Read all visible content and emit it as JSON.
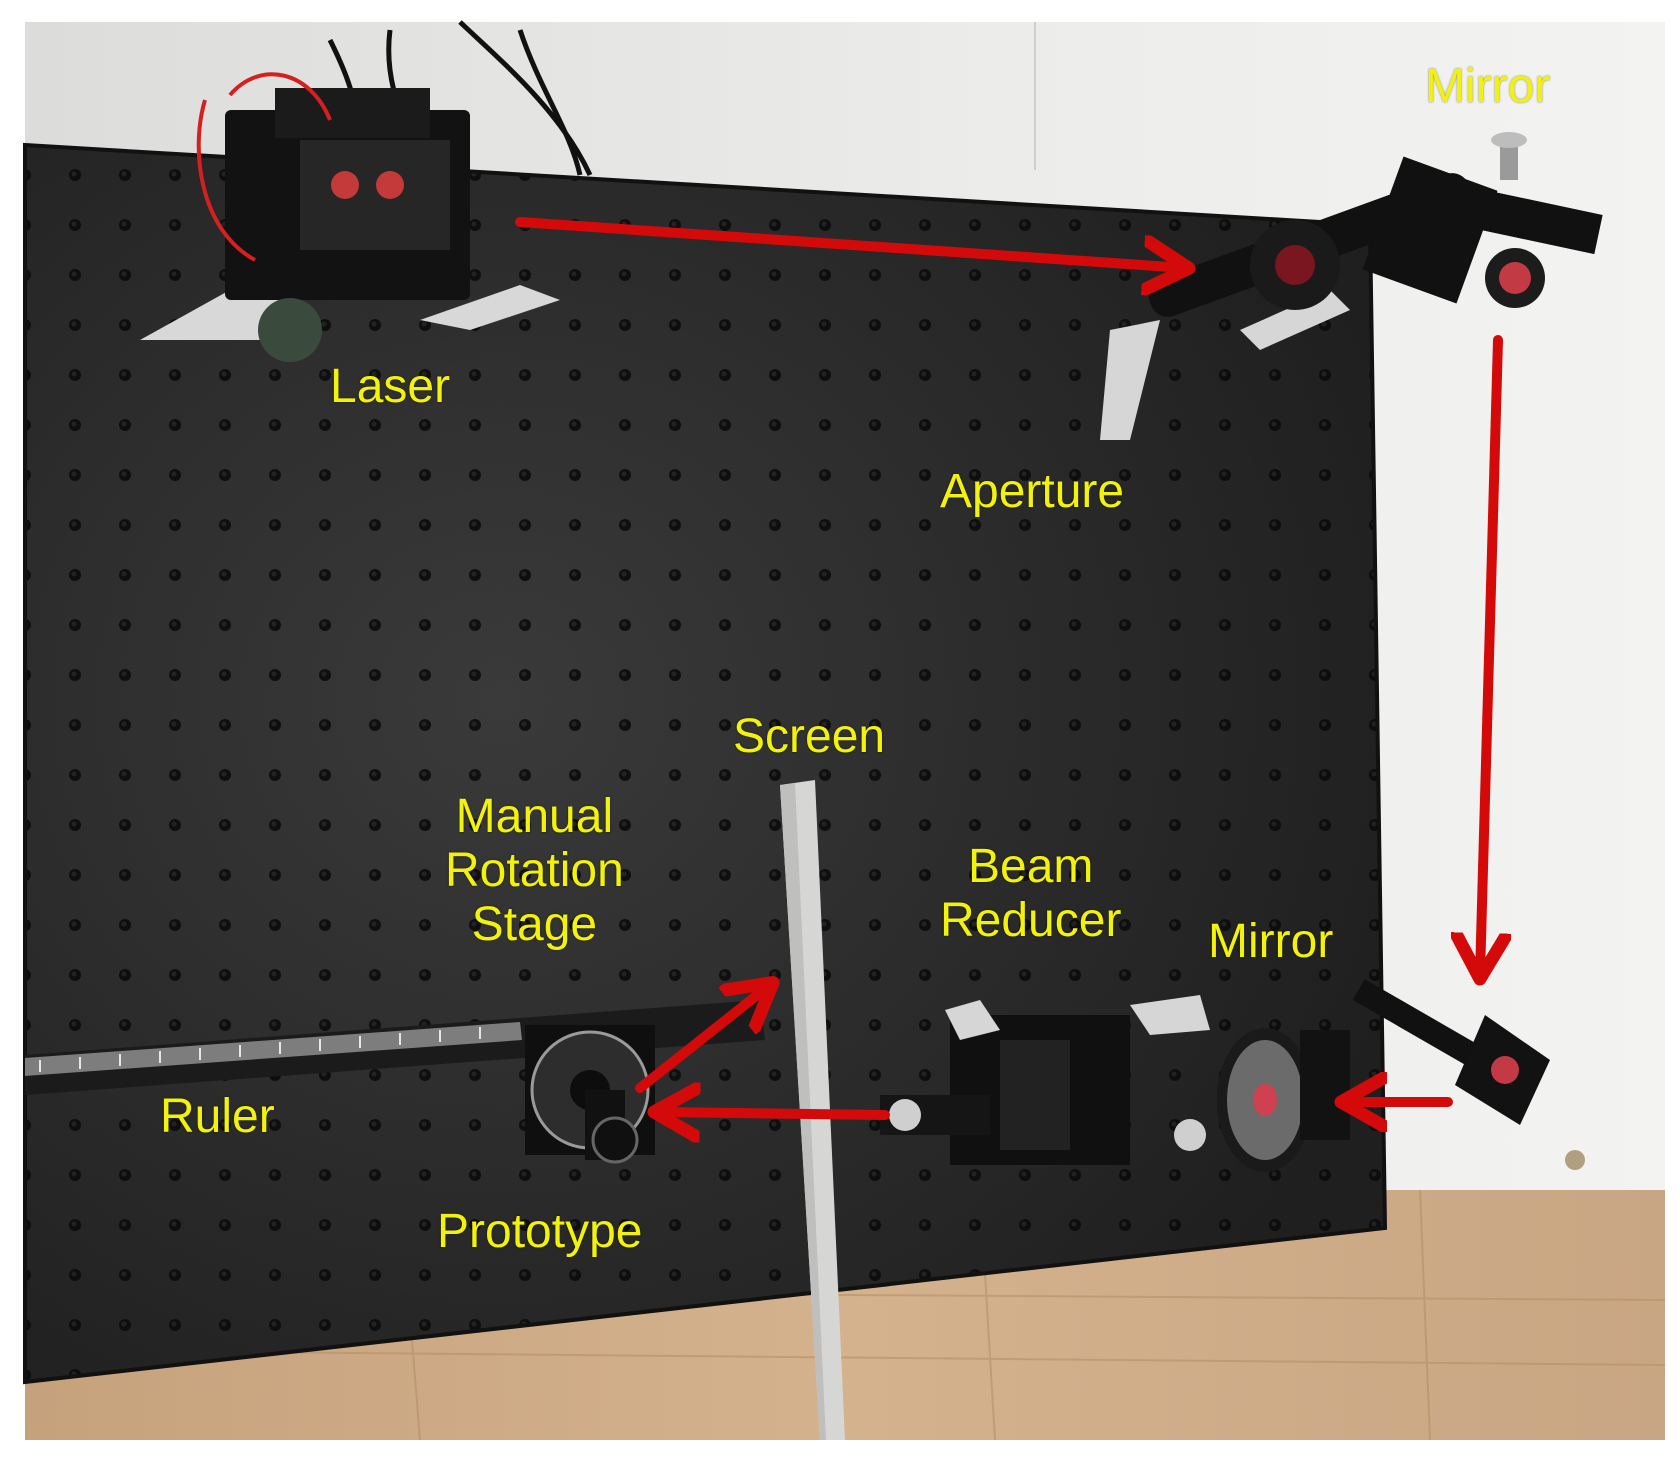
{
  "photo": {
    "labels": {
      "laser": "Laser",
      "aperture": "Aperture",
      "mirror_top": "Mirror",
      "screen": "Screen",
      "rotation_stage": [
        "Manual",
        "Rotation",
        "Stage"
      ],
      "beam_reducer": [
        "Beam",
        "Reducer"
      ],
      "mirror_bottom": "Mirror",
      "ruler": "Ruler",
      "prototype": "Prototype"
    },
    "colors": {
      "label_text": "#f2f20a",
      "beam_arrow": "#d40a0a",
      "breadboard": "#232323",
      "wall": "#e9e9e7",
      "floor": "#c9a883"
    }
  }
}
